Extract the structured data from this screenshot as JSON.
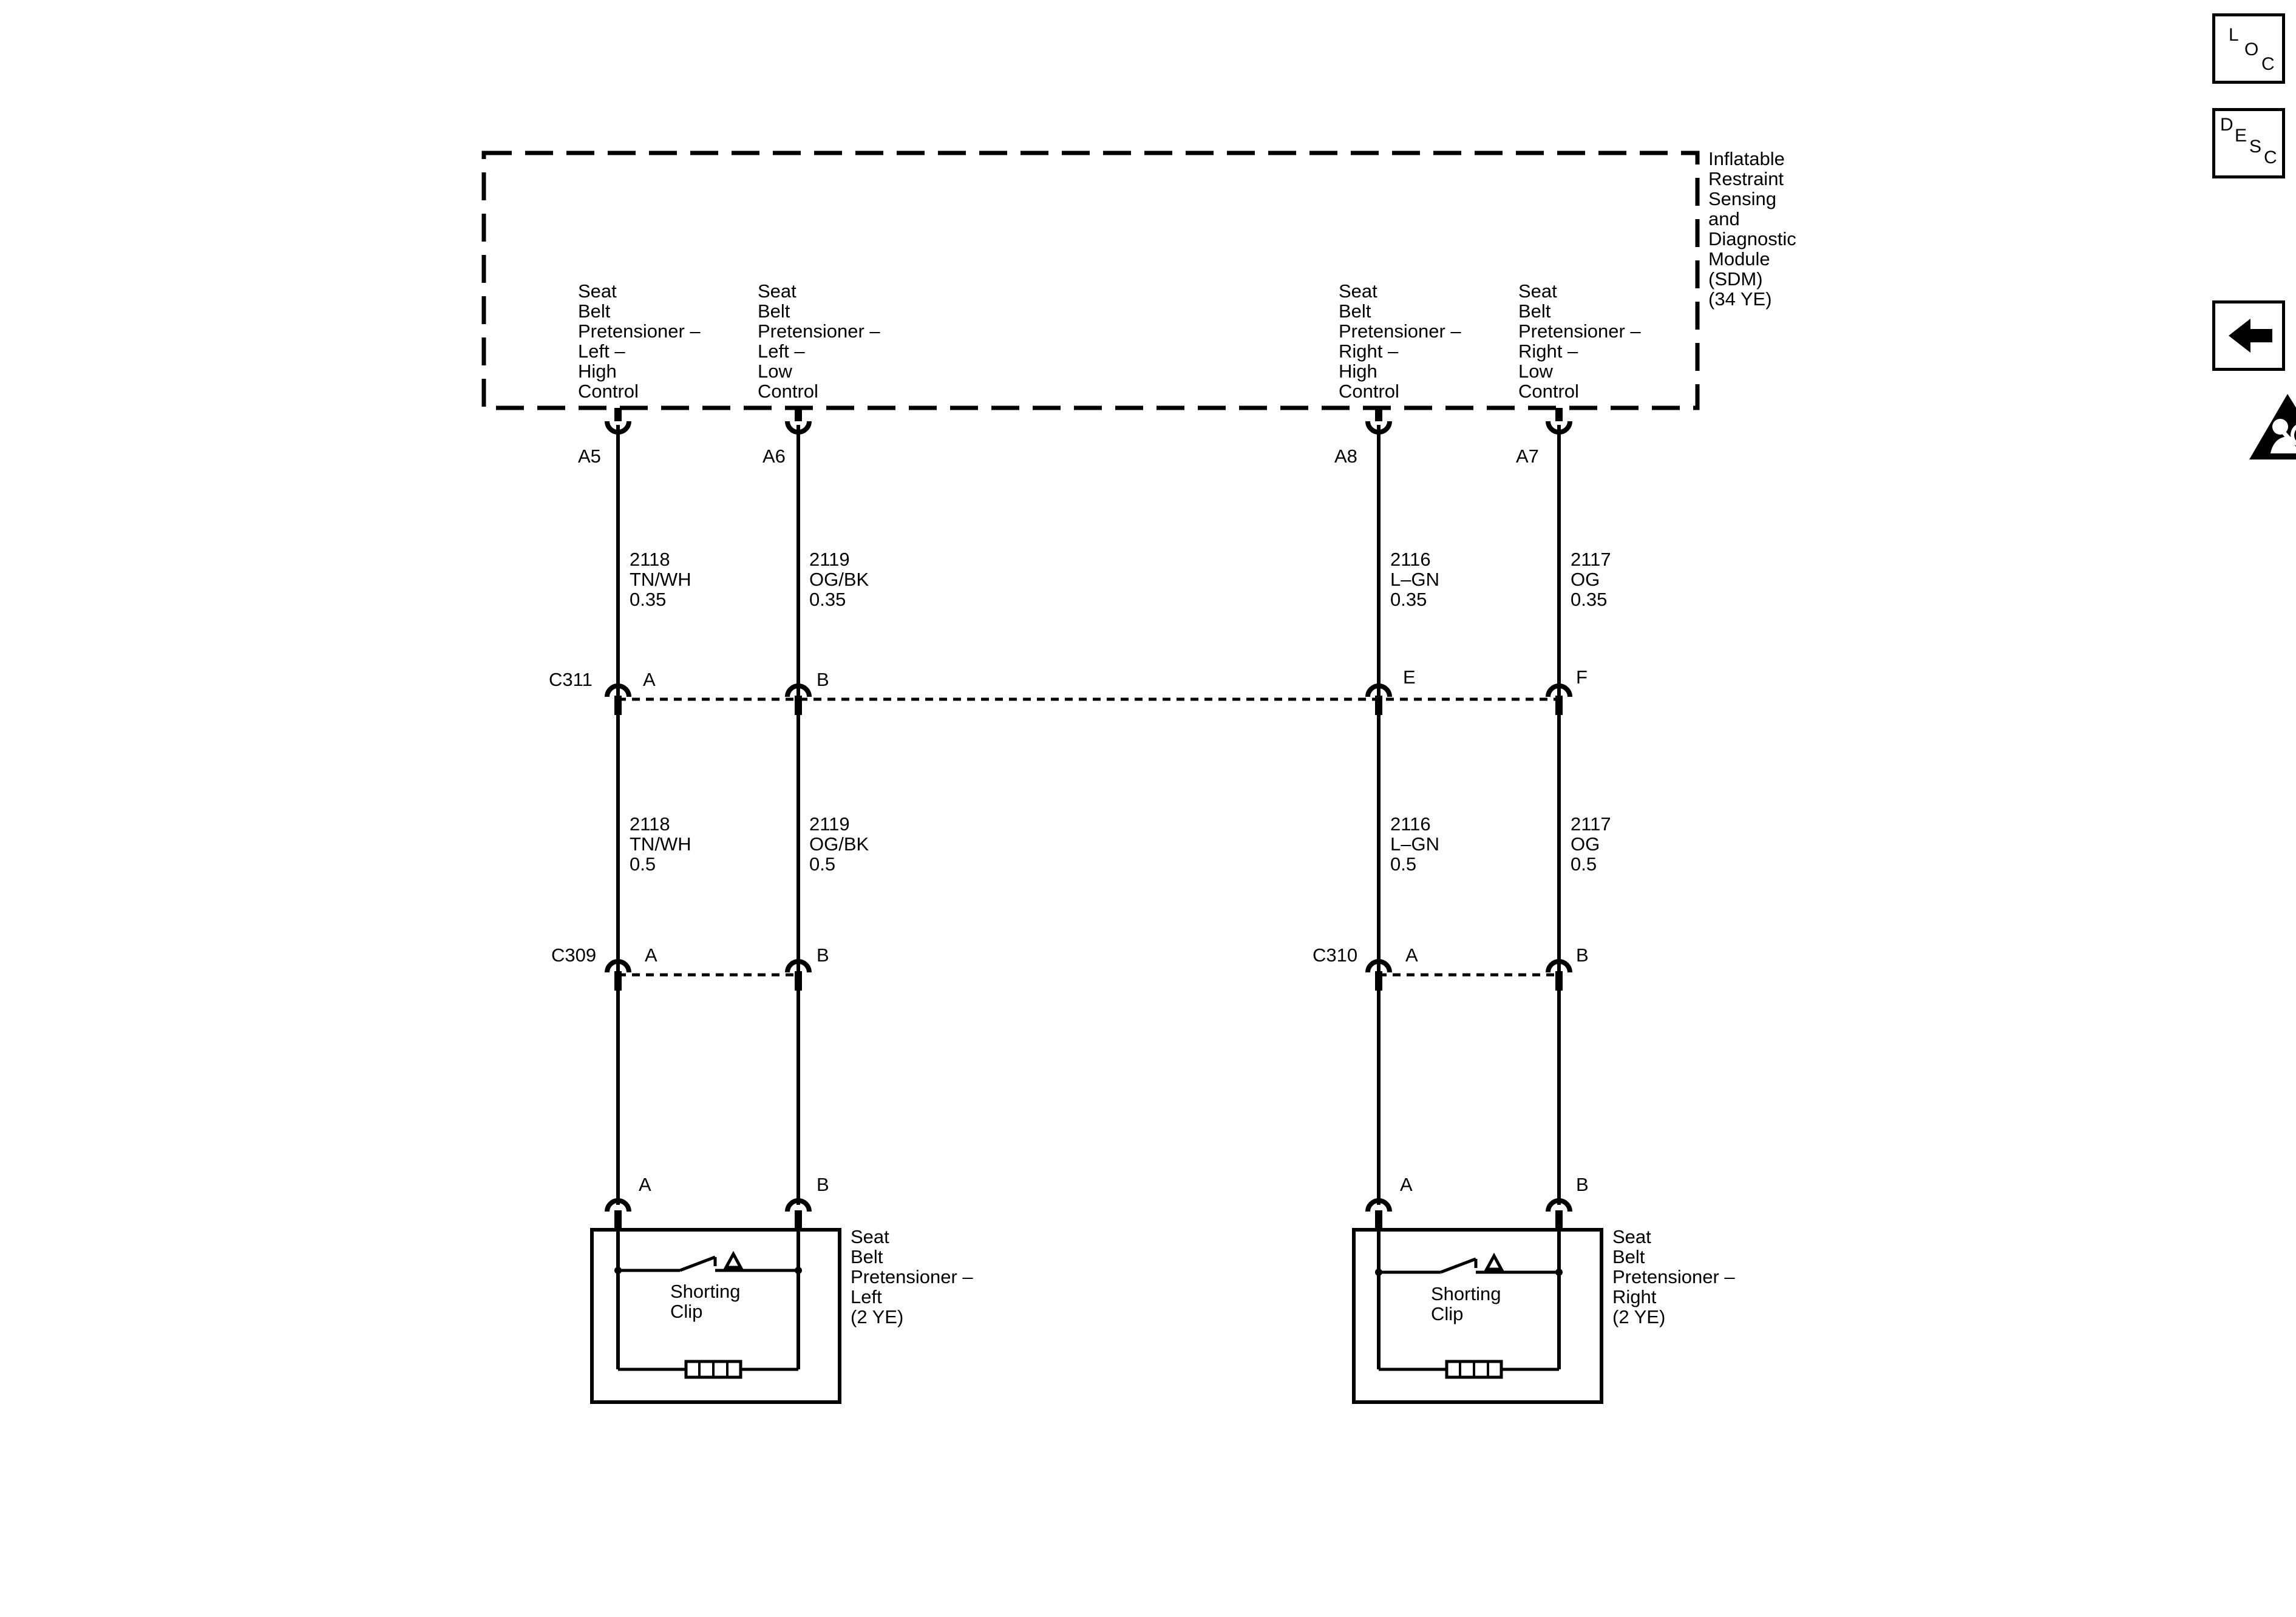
{
  "module": {
    "name_lines": [
      "Inflatable",
      "Restraint",
      "Sensing",
      "and",
      "Diagnostic",
      "Module",
      "(SDM)",
      "(34 YE)"
    ]
  },
  "circuits": [
    {
      "pin_name_lines": [
        "Seat",
        "Belt",
        "Pretensioner –",
        "Left –",
        "High",
        "Control"
      ],
      "module_pin": "A5",
      "upper_wire": [
        "2118",
        "TN/WH",
        "0.35"
      ],
      "c311_pin": "A",
      "lower_wire": [
        "2118",
        "TN/WH",
        "0.5"
      ],
      "inline_pin": "A",
      "device_pin": "A"
    },
    {
      "pin_name_lines": [
        "Seat",
        "Belt",
        "Pretensioner –",
        "Left –",
        "Low",
        "Control"
      ],
      "module_pin": "A6",
      "upper_wire": [
        "2119",
        "OG/BK",
        "0.35"
      ],
      "c311_pin": "B",
      "lower_wire": [
        "2119",
        "OG/BK",
        "0.5"
      ],
      "inline_pin": "B",
      "device_pin": "B"
    },
    {
      "pin_name_lines": [
        "Seat",
        "Belt",
        "Pretensioner –",
        "Right –",
        "High",
        "Control"
      ],
      "module_pin": "A8",
      "upper_wire": [
        "2116",
        "L–GN",
        "0.35"
      ],
      "c311_pin": "E",
      "lower_wire": [
        "2116",
        "L–GN",
        "0.5"
      ],
      "inline_pin": "A",
      "device_pin": "A"
    },
    {
      "pin_name_lines": [
        "Seat",
        "Belt",
        "Pretensioner –",
        "Right –",
        "Low",
        "Control"
      ],
      "module_pin": "A7",
      "upper_wire": [
        "2117",
        "OG",
        "0.35"
      ],
      "c311_pin": "F",
      "lower_wire": [
        "2117",
        "OG",
        "0.5"
      ],
      "inline_pin": "B",
      "device_pin": "B"
    }
  ],
  "connectors": {
    "c311": "C311",
    "c309": "C309",
    "c310": "C310"
  },
  "devices": [
    {
      "name_lines": [
        "Seat",
        "Belt",
        "Pretensioner –",
        "Left",
        "(2 YE)"
      ],
      "clip_lines": [
        "Shorting",
        "Clip"
      ]
    },
    {
      "name_lines": [
        "Seat",
        "Belt",
        "Pretensioner –",
        "Right",
        "(2 YE)"
      ],
      "clip_lines": [
        "Shorting",
        "Clip"
      ]
    }
  ],
  "nav": {
    "loc": [
      "L",
      "O",
      "C"
    ],
    "desc": [
      "D",
      "E",
      "S",
      "C"
    ],
    "back_icon": "left-arrow-icon",
    "warning_icon": "airbag-warning-icon"
  }
}
